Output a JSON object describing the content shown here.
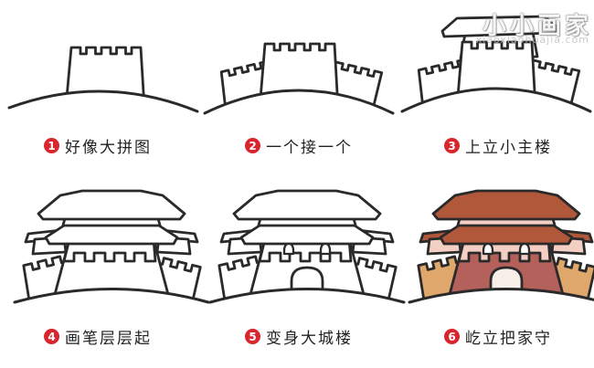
{
  "page": {
    "background": "#ffffff"
  },
  "watermark": {
    "title": "小小画家",
    "domain": "xiaoxiaohuajia.com"
  },
  "steps": [
    {
      "number": "1",
      "caption": "好像大拼图"
    },
    {
      "number": "2",
      "caption": "一个接一个"
    },
    {
      "number": "3",
      "caption": "上立小主楼"
    },
    {
      "number": "4",
      "caption": "画笔层层起"
    },
    {
      "number": "5",
      "caption": "变身大城楼"
    },
    {
      "number": "6",
      "caption": "屹立把家守"
    }
  ],
  "colors": {
    "outline": "#2a2a2a",
    "badge_red": "#d9252d",
    "roof_red": "#b2583a",
    "wall_pink": "#f4cfc3",
    "body_rose": "#b4615b",
    "wall_tan": "#e0a76c",
    "door_cream": "#f8efe8"
  }
}
